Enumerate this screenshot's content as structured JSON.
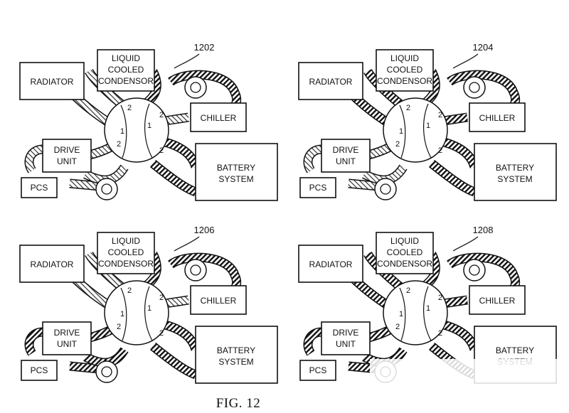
{
  "figure_label": "FIG. 12",
  "component_labels": {
    "radiator": "RADIATOR",
    "liquid": "LIQUID",
    "cooled": "COOLED",
    "condensor": "CONDENSOR",
    "chiller": "CHILLER",
    "drive": "DRIVE",
    "unit": "UNIT",
    "battery": "BATTERY",
    "system": "SYSTEM",
    "pcs": "PCS"
  },
  "panels": [
    {
      "ref": "1202",
      "port_numbers": [
        "2",
        "1",
        "2",
        "2",
        "1",
        "2"
      ]
    },
    {
      "ref": "1204",
      "port_numbers": [
        "2",
        "1",
        "2",
        "2",
        "1",
        "2"
      ]
    },
    {
      "ref": "1206",
      "port_numbers": [
        "2",
        "1",
        "2",
        "2",
        "1",
        "2"
      ]
    },
    {
      "ref": "1208",
      "port_numbers": [
        "2",
        "1",
        "2",
        "2",
        "1",
        "2"
      ]
    }
  ],
  "hatch_colors": {
    "line": "#111111",
    "paper": "#ffffff"
  }
}
